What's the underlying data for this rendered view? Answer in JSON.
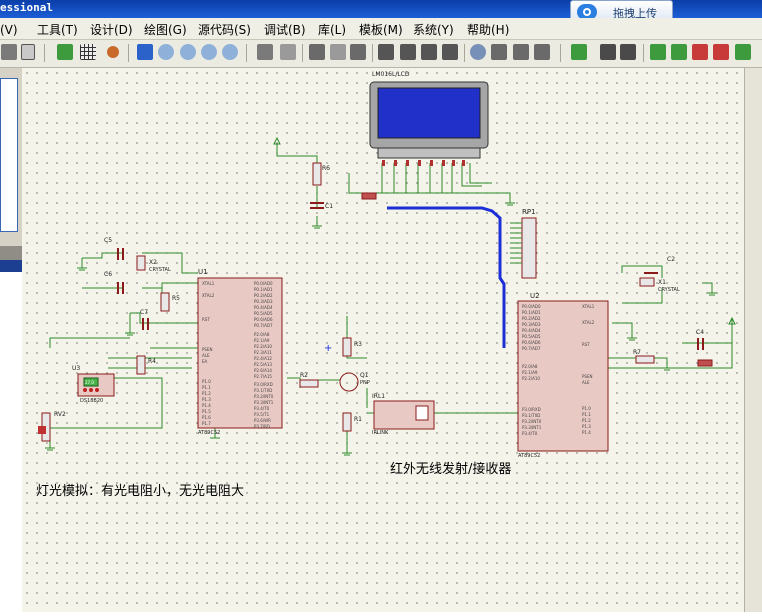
{
  "window": {
    "title": "essional"
  },
  "upload_button": {
    "label": "拖拽上传",
    "icon": "cloud-upload-icon"
  },
  "menu": [
    {
      "label": "看(V)"
    },
    {
      "label": "工具(T)"
    },
    {
      "label": "设计(D)"
    },
    {
      "label": "绘图(G)"
    },
    {
      "label": "源代码(S)"
    },
    {
      "label": "调试(B)"
    },
    {
      "label": "库(L)"
    },
    {
      "label": "模板(M)"
    },
    {
      "label": "系统(Y)"
    },
    {
      "label": "帮助(H)"
    }
  ],
  "toolbar_icons": [
    "print-icon",
    "copy-page-icon",
    "refresh-icon",
    "grid-icon",
    "origin-icon",
    "pan-icon",
    "zoom-in-icon",
    "zoom-out-icon",
    "zoom-all-icon",
    "zoom-area-icon",
    "undo-icon",
    "redo-icon",
    "cut-icon",
    "copy-icon",
    "paste-icon",
    "block-copy-icon",
    "block-move-icon",
    "block-rotate-icon",
    "block-delete-icon",
    "pick-device-icon",
    "make-device-icon",
    "packaging-icon",
    "decompose-icon",
    "wire-autorouter-icon",
    "search-icon",
    "property-assign-icon",
    "design-explorer-icon",
    "new-sheet-icon",
    "remove-sheet-icon",
    "bill-of-materials-icon",
    "netlist-icon"
  ],
  "schematic": {
    "components": {
      "lcd": "LM016L/LCD",
      "rp1": "RP1",
      "r6": "R6",
      "c1": "C1",
      "c5": "C5",
      "c6": "C6",
      "x2": "X2",
      "x2_value": "CRYSTAL",
      "r5": "R5",
      "c7": "C7",
      "r4": "R4",
      "u1": "U1",
      "u1_part": "AT89C52",
      "u3": "U3",
      "u3_part": "DS18B20",
      "u3_value": "27.0",
      "rv2": "RV2",
      "r3": "R3",
      "r2": "R2",
      "q1": "Q1",
      "q1_type": "PNP",
      "irl1": "IRL1",
      "irl1_part": "IRLINK",
      "r1": "R1",
      "u2": "U2",
      "u2_part": "AT89C52",
      "c2": "C2",
      "x1": "X1",
      "x1_value": "CRYSTAL",
      "c4": "C4",
      "r7": "R7"
    },
    "u1_pins_left": [
      "XTAL1",
      "XTAL2",
      "RST",
      "PSEN",
      "ALE",
      "EA",
      "P1.0",
      "P1.1",
      "P1.2",
      "P1.3",
      "P1.4",
      "P1.5",
      "P1.6",
      "P1.7"
    ],
    "u1_pins_right": [
      "P0.0/AD0",
      "P0.1/AD1",
      "P0.2/AD2",
      "P0.3/AD3",
      "P0.4/AD4",
      "P0.5/AD5",
      "P0.6/AD6",
      "P0.7/AD7",
      "P2.0/A8",
      "P2.1/A9",
      "P2.2/A10",
      "P2.3/A11",
      "P2.4/A12",
      "P2.5/A13",
      "P2.6/A14",
      "P2.7/A15",
      "P3.0/RXD",
      "P3.1/TXD",
      "P3.2/INT0",
      "P3.3/INT1",
      "P3.4/T0",
      "P3.5/T1",
      "P3.6/WR",
      "P3.7/RD"
    ],
    "annotations": {
      "ir_label": "红外无线发射/接收器",
      "light_label": "灯光模拟：有光电阻小，无光电阻大"
    }
  }
}
